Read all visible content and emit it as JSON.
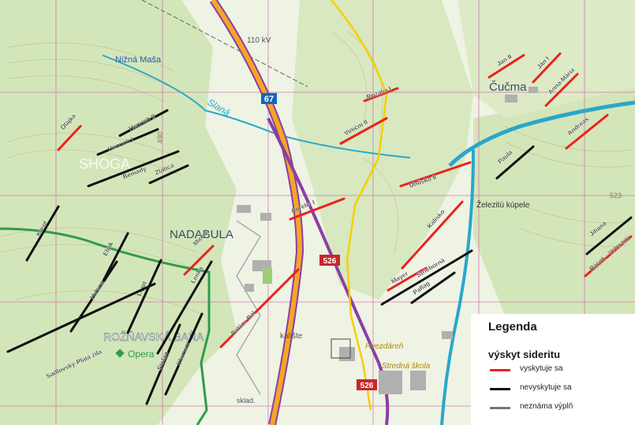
{
  "colors": {
    "siderite_present": "#e8231f",
    "siderite_absent": "#111111",
    "fill_unknown": "#777777",
    "road_main": "#f5a623",
    "road_secondary": "#8b3fa6",
    "trail_yellow": "#f5d000",
    "trail_green": "#2e9c4a",
    "river": "#2aa7c9",
    "grid": "#d45aa8",
    "forest": "#d3e6b9"
  },
  "places": {
    "nizna_masa": "Nižná Maša",
    "slana": "Slaná",
    "cucma": "Čučma",
    "nadabula": "NADABULA",
    "roznavska_bana": "ROŽŇAVSKÁ BAŇA",
    "opera": "Opera",
    "zelezitu_kupele": "Železitú kúpele",
    "power_line": "110 kV",
    "hvezdaren": "Hvezdáreň",
    "stredna_skola": "Stredná škola",
    "skladka": "sklad.",
    "cintorin": "kalište",
    "shoga": "SHOGA",
    "elevation_1": "490",
    "elevation_2": "523"
  },
  "road_badges": {
    "r67": "67",
    "r526": "526",
    "r526b": "526"
  },
  "veins": {
    "red": [
      "Olajka",
      "Michal",
      "Balázs Bál",
      "Aurélia I",
      "Viniční II",
      "Uhlisko II",
      "Kalisko",
      "Mayer",
      "Jan II",
      "Ján I",
      "Anna-Mária",
      "Andreas",
      "Ráčok - Voterany",
      "Rozália I"
    ],
    "black": [
      "Henrich II",
      "Henrich I",
      "Bemady",
      "Zlatica",
      "Karol",
      "Eliák",
      "Helena",
      "Lipót",
      "Lenka",
      "Štefan",
      "Klement",
      "Sadlovský-Platá žila",
      "Paula",
      "Striebornă",
      "Pallag",
      "Jiliana"
    ]
  },
  "legend": {
    "title": "Legenda",
    "subtitle": "výskyt sideritu",
    "items": [
      {
        "label": "vyskytuje sa"
      },
      {
        "label": "nevyskytuje sa"
      },
      {
        "label": "neznáma výplň"
      }
    ]
  }
}
